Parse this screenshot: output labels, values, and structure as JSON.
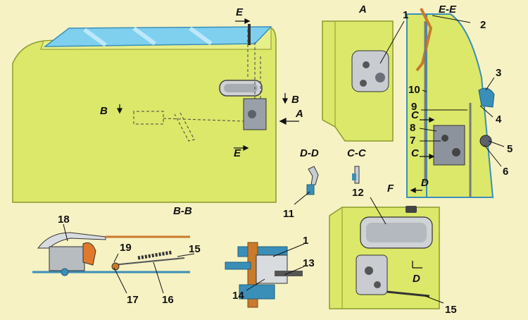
{
  "colors": {
    "background": "#f6f2c4",
    "door_panel": "#dbe86a",
    "door_edge": "#8a9a2a",
    "glass": "#7fd0ef",
    "metal": "#3a8fb8",
    "mechanism": "#6b6f7a",
    "rod_orange": "#c97a2a",
    "outline": "#222222"
  },
  "section_labels": {
    "A": "A",
    "EE": "E-E",
    "BB": "B-B",
    "DD": "D-D",
    "CC": "C-C",
    "F": "F"
  },
  "view_markers": {
    "E_top": "E",
    "E_bottom": "E",
    "B_left": "B",
    "B_right": "B",
    "A_arrow": "A",
    "C_upper": "C",
    "C_lower": "C",
    "D_upper": "D",
    "D_lower": "D"
  },
  "callouts": [
    "1",
    "2",
    "3",
    "4",
    "5",
    "6",
    "7",
    "8",
    "9",
    "10",
    "11",
    "12",
    "1",
    "13",
    "14",
    "15",
    "16",
    "17",
    "18",
    "19",
    "15"
  ]
}
